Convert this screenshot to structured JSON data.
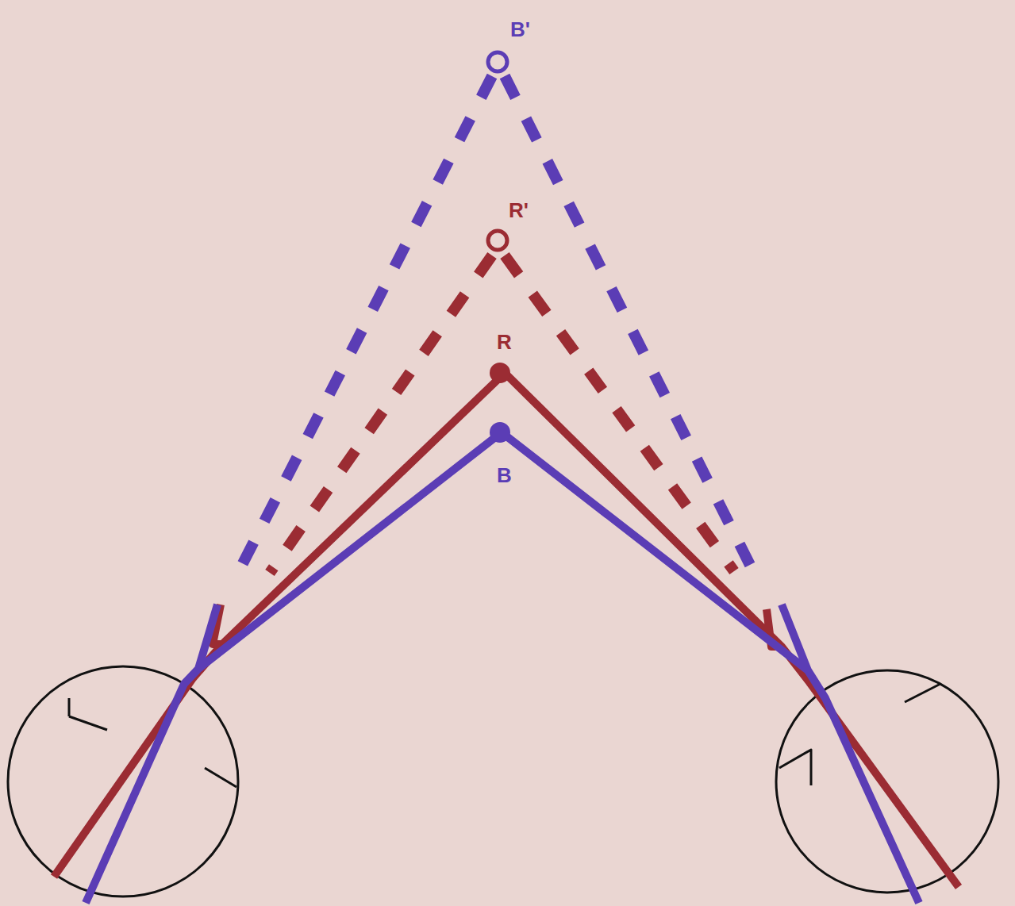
{
  "diagram": {
    "labels": [
      "B'",
      "R'",
      "R",
      "B"
    ]
  }
}
